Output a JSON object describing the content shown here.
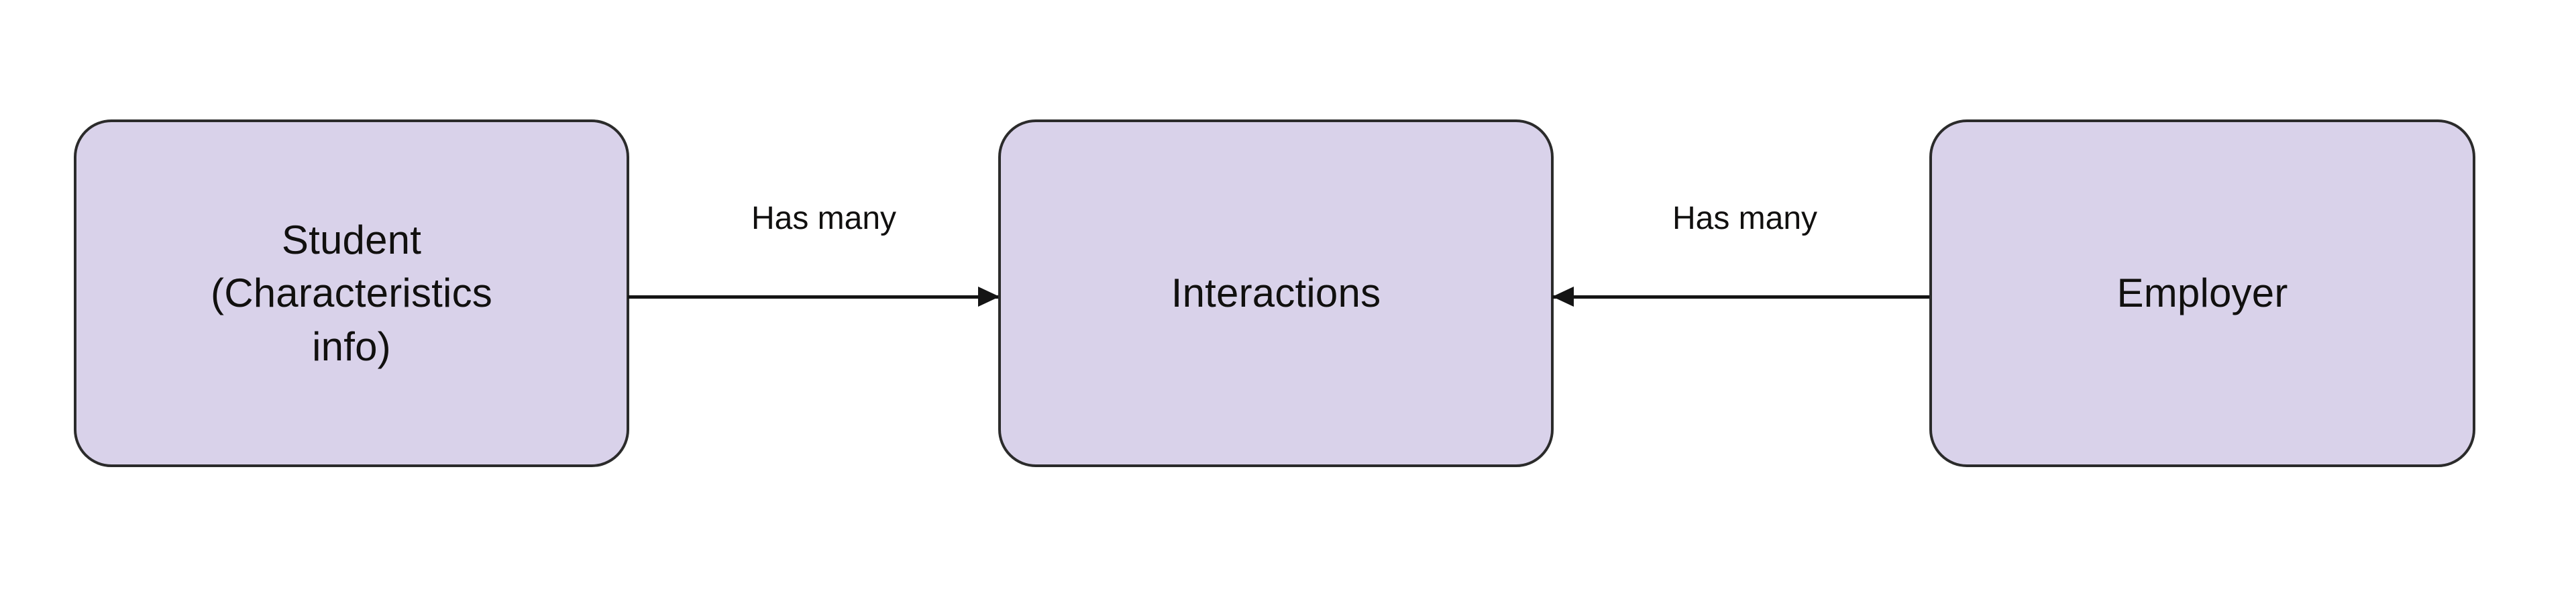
{
  "diagram": {
    "type": "entity-relationship-flow",
    "background_color": "#ffffff",
    "node_fill_color": "#d9d2ea",
    "node_border_color": "#2b2b2b",
    "text_color": "#11100f",
    "nodes": [
      {
        "id": "student",
        "label": "Student\n(Characteristics\ninfo)"
      },
      {
        "id": "interactions",
        "label": "Interactions"
      },
      {
        "id": "employer",
        "label": "Employer"
      }
    ],
    "edges": [
      {
        "id": "student-to-interactions",
        "from": "student",
        "to": "interactions",
        "label": "Has many",
        "direction": "right"
      },
      {
        "id": "employer-to-interactions",
        "from": "employer",
        "to": "interactions",
        "label": "Has many",
        "direction": "left"
      }
    ]
  }
}
